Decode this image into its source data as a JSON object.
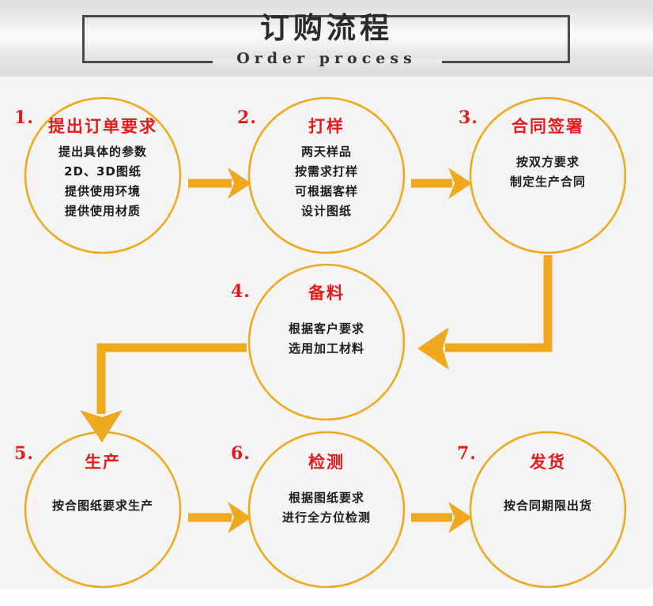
{
  "header": {
    "title_cn": "订购流程",
    "title_en": "Order process"
  },
  "colors": {
    "accent_orange": "#F0A81E",
    "circle_stroke": "#F0A81E",
    "title_red": "#E8191B",
    "text_dark": "#1B1B1B",
    "band_gray": "#E2E2E2",
    "page_bg": "#F5F5F5"
  },
  "flow": {
    "nodes": [
      {
        "number": "1.",
        "title": "提出订单要求",
        "lines": [
          "提出具体的参数",
          "2D、3D图纸",
          "提供使用环境",
          "提供使用材质"
        ]
      },
      {
        "number": "2.",
        "title": "打样",
        "lines": [
          "两天样品",
          "按需求打样",
          "可根据客样",
          "设计图纸"
        ]
      },
      {
        "number": "3.",
        "title": "合同签署",
        "lines": [
          "按双方要求",
          "制定生产合同"
        ]
      },
      {
        "number": "4.",
        "title": "备料",
        "lines": [
          "根据客户要求",
          "选用加工材料"
        ]
      },
      {
        "number": "5.",
        "title": "生产",
        "lines": [
          "按合图纸要求生产"
        ]
      },
      {
        "number": "6.",
        "title": "检测",
        "lines": [
          "根据图纸要求",
          "进行全方位检测"
        ]
      },
      {
        "number": "7.",
        "title": "发货",
        "lines": [
          "按合同期限出货"
        ]
      }
    ],
    "connectors": [
      {
        "name": "arrow-1-to-2",
        "direction": "right"
      },
      {
        "name": "arrow-2-to-3",
        "direction": "right"
      },
      {
        "name": "arrow-3-to-4",
        "direction": "down-then-left"
      },
      {
        "name": "arrow-4-to-5",
        "direction": "left-then-down"
      },
      {
        "name": "arrow-5-to-6",
        "direction": "right"
      },
      {
        "name": "arrow-6-to-7",
        "direction": "right"
      }
    ]
  }
}
